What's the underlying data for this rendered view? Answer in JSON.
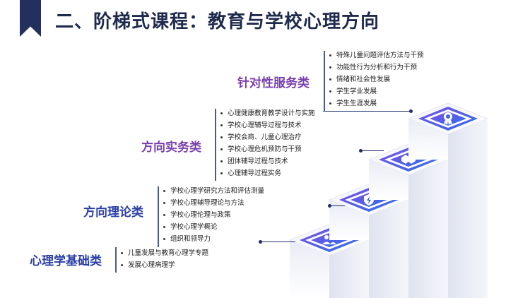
{
  "header": {
    "title": "二、阶梯式课程：教育与学校心理方向"
  },
  "colors": {
    "dark_navy": "#23305e",
    "label_blue": "#2a3fa8",
    "label_purple": "#7a3fb0",
    "step_purple": "#6a4fe0",
    "step_blue": "#2f6fe8"
  },
  "categories": [
    {
      "name": "针对性服务类",
      "icon": "award-ribbon-icon",
      "items": [
        "特殊儿童问题评估方法与干预",
        "功能性行为分析和行为干预",
        "情绪和社会性发展",
        "学生学业发展",
        "学生生涯发展"
      ]
    },
    {
      "name": "方向实务类",
      "icon": "handshake-icon",
      "items": [
        "心理健康教育教学设计与实施",
        "学校心理辅导过程与技术",
        "学校会商、儿童心理治疗",
        "学校心理危机预防与干预",
        "团体辅导过程与技术",
        "心理辅导过程实务"
      ]
    },
    {
      "name": "方向理论类",
      "icon": "lightning-shield-icon",
      "items": [
        "学校心理学研究方法和评估测量",
        "学校心理辅导理论与方法",
        "学校心理伦理与政策",
        "学校心理学概论",
        "组织和领导力"
      ]
    },
    {
      "name": "心理学基础类",
      "icon": "people-icon",
      "items": [
        "儿童发展与教育心理学专题",
        "发展心理病理学"
      ]
    }
  ]
}
